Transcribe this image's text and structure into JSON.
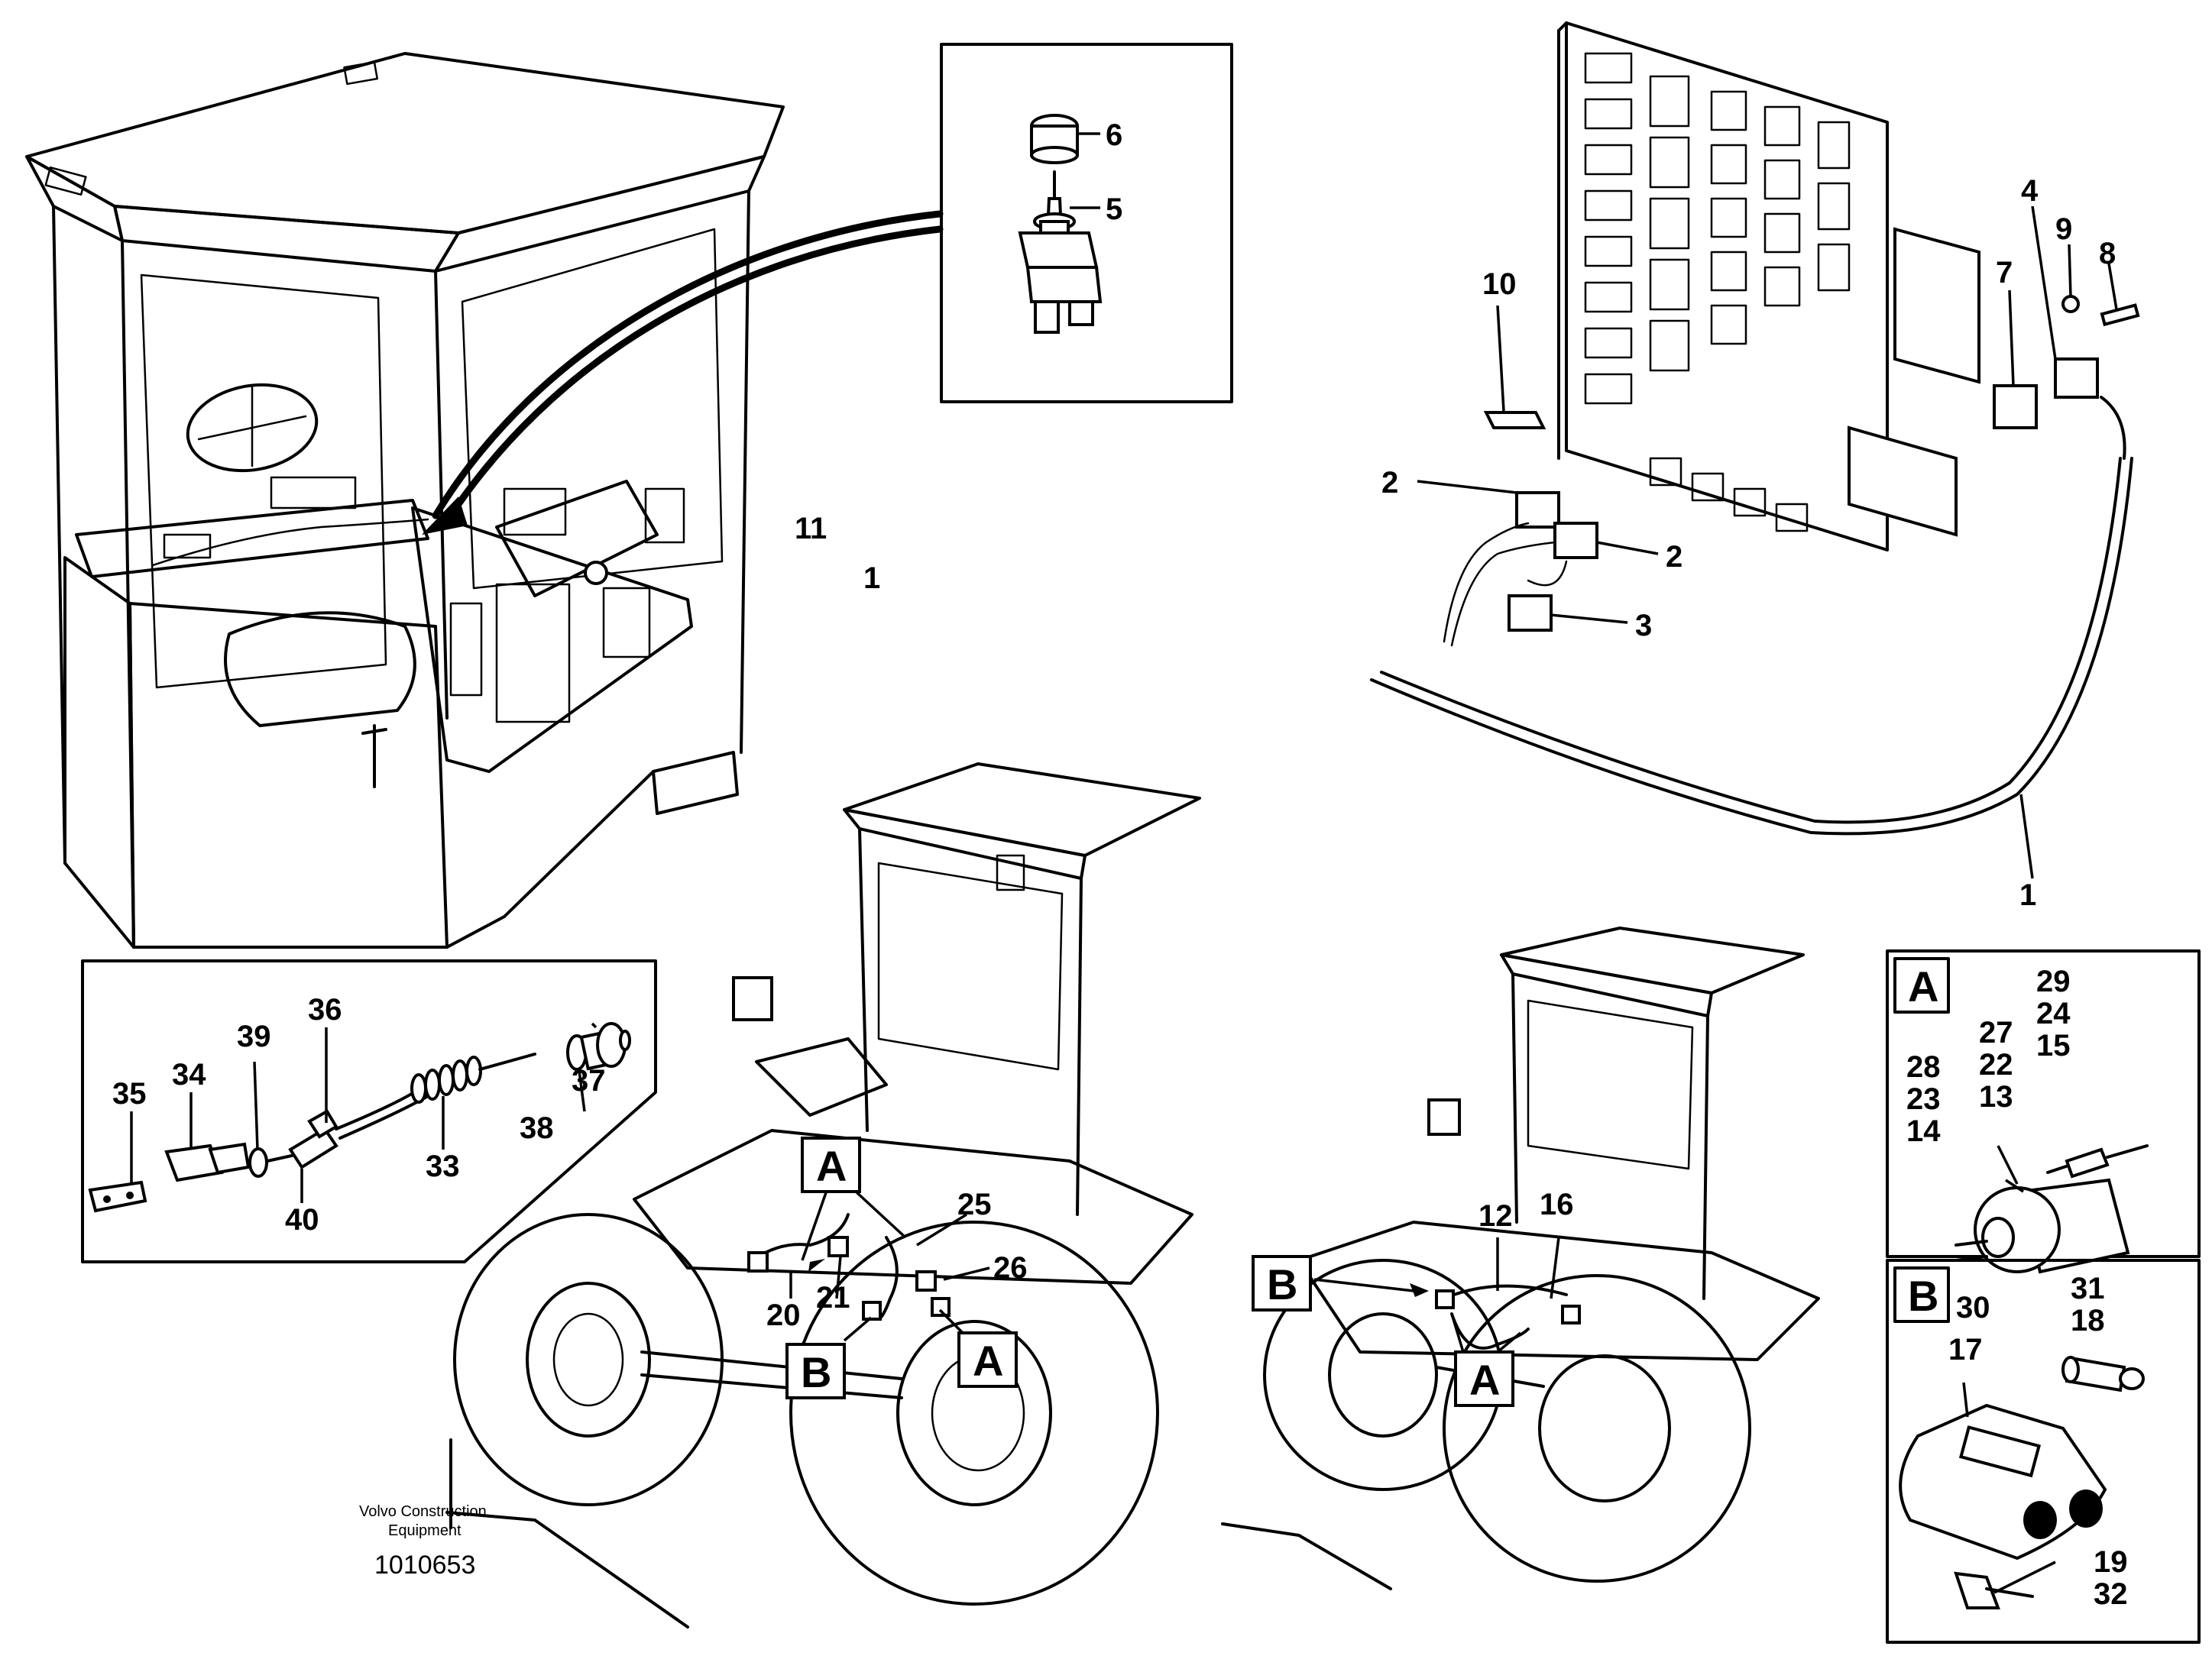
{
  "callouts": {
    "c1_cab": "1",
    "c11": "11",
    "c6": "6",
    "c5": "5",
    "c10": "10",
    "c4": "4",
    "c9": "9",
    "c8": "8",
    "c7": "7",
    "c2_left": "2",
    "c2_right": "2",
    "c3": "3",
    "c1_panel": "1",
    "c36": "36",
    "c34": "34",
    "c39": "39",
    "c35": "35",
    "c37": "37",
    "c38": "38",
    "c33": "33",
    "c40": "40",
    "c25": "25",
    "c26": "26",
    "c20": "20",
    "c21": "21",
    "c12": "12",
    "c16": "16",
    "c29": "29",
    "c24": "24",
    "c15": "15",
    "c27": "27",
    "c22": "22",
    "c13": "13",
    "c28": "28",
    "c23": "23",
    "c14": "14",
    "c30": "30",
    "c31": "31",
    "c18": "18",
    "c17": "17",
    "c19": "19",
    "c32": "32"
  },
  "section_labels": {
    "a_main": "A",
    "b_main": "B",
    "a_lower": "A",
    "b_right": "B",
    "a_right": "A",
    "detail_a": "A",
    "detail_b": "B"
  },
  "caption": {
    "brand_line1": "Volvo Construction",
    "brand_line2": "Equipment",
    "drawing_number": "1010653"
  }
}
